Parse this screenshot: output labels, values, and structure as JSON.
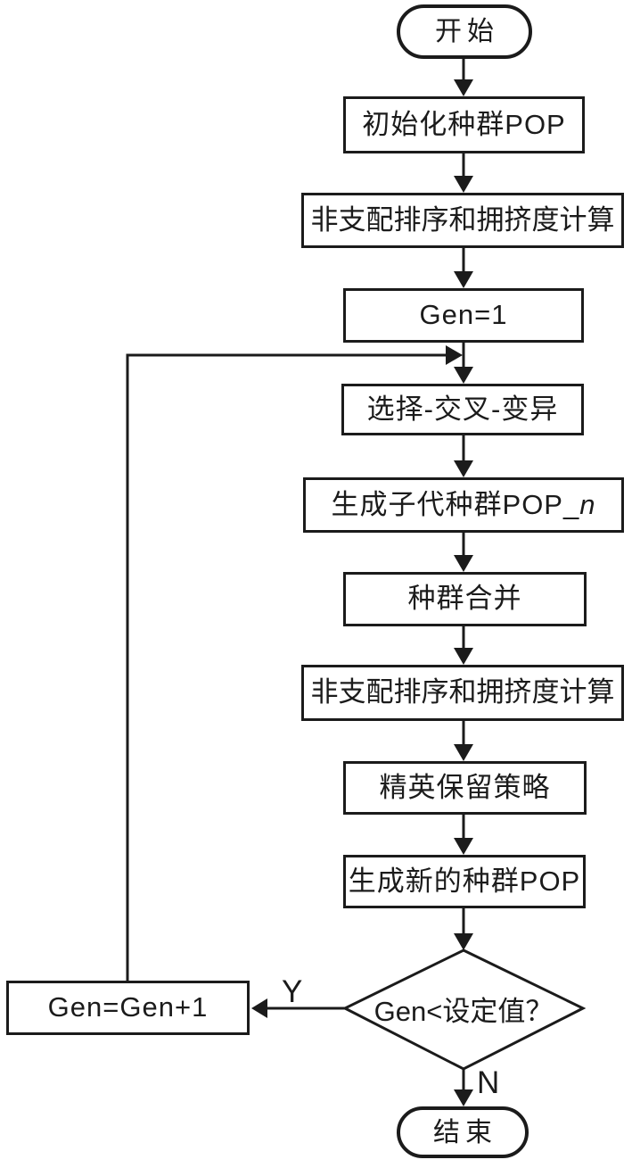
{
  "figure": {
    "type": "flowchart",
    "background_color": "#ffffff",
    "line_color": "#1b1b1b",
    "text_color": "#1b1b1b",
    "nodes": {
      "start": {
        "type": "terminator",
        "label": "开始"
      },
      "init_pop": {
        "type": "process",
        "label": "初始化种群POP"
      },
      "nondominated_sort_1": {
        "type": "process",
        "label": "非支配排序和拥挤度计算"
      },
      "gen_init": {
        "type": "process",
        "label": "Gen=1"
      },
      "select_cross_mutate": {
        "type": "process",
        "label": "选择-交叉-变异"
      },
      "offspring_pop": {
        "type": "process",
        "label_prefix": "生成子代种群POP_",
        "label_italic_suffix": "n"
      },
      "merge_pop": {
        "type": "process",
        "label": "种群合并"
      },
      "nondominated_sort_2": {
        "type": "process",
        "label": "非支配排序和拥挤度计算"
      },
      "elitism": {
        "type": "process",
        "label": "精英保留策略"
      },
      "new_pop": {
        "type": "process",
        "label": "生成新的种群POP"
      },
      "decision": {
        "type": "decision",
        "label": "Gen<设定值？"
      },
      "gen_increment": {
        "type": "process",
        "label": "Gen=Gen+1"
      },
      "end": {
        "type": "terminator",
        "label": "结束"
      }
    },
    "edge_labels": {
      "yes": "Y",
      "no": "N"
    },
    "edges": [
      {
        "from": "start",
        "to": "init_pop"
      },
      {
        "from": "init_pop",
        "to": "nondominated_sort_1"
      },
      {
        "from": "nondominated_sort_1",
        "to": "gen_init"
      },
      {
        "from": "gen_init",
        "to": "select_cross_mutate"
      },
      {
        "from": "select_cross_mutate",
        "to": "offspring_pop"
      },
      {
        "from": "offspring_pop",
        "to": "merge_pop"
      },
      {
        "from": "merge_pop",
        "to": "nondominated_sort_2"
      },
      {
        "from": "nondominated_sort_2",
        "to": "elitism"
      },
      {
        "from": "elitism",
        "to": "new_pop"
      },
      {
        "from": "new_pop",
        "to": "decision"
      },
      {
        "from": "decision",
        "to": "gen_increment",
        "label": "Y"
      },
      {
        "from": "gen_increment",
        "to": "select_cross_mutate",
        "note": "loop back"
      },
      {
        "from": "decision",
        "to": "end",
        "label": "N"
      }
    ]
  }
}
